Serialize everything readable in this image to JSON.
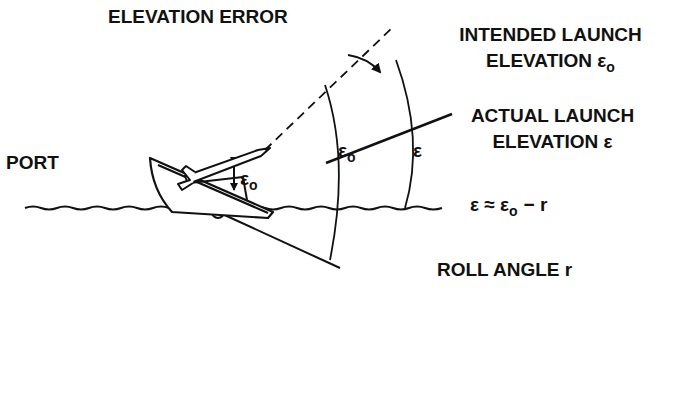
{
  "diagram": {
    "labels": [
      "ELEVATION ERROR",
      "INTENDED LAUNCH ELEVATION ε",
      "o",
      "ACTUAL LAUNCH ELEVATION ε",
      "ε",
      "o",
      "ε",
      "ε ≈ ε",
      "o",
      "− r",
      "ε",
      "o",
      "PORT",
      "ROLL ANGLE r"
    ]
  }
}
